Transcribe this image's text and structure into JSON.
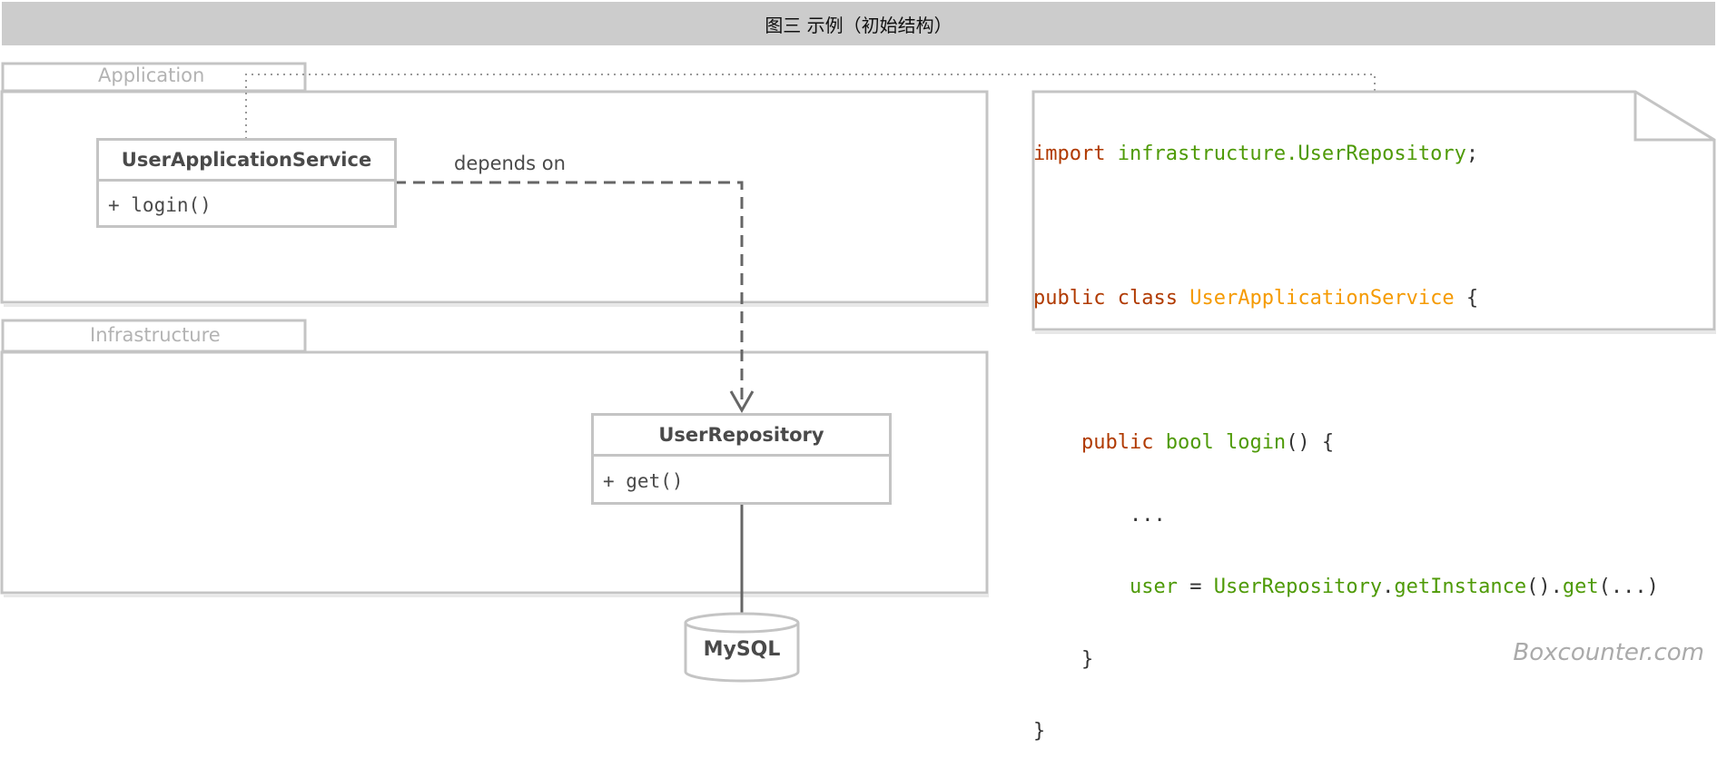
{
  "header": {
    "title": "图三 示例（初始结构）"
  },
  "packages": {
    "application": {
      "label": "Application"
    },
    "infrastructure": {
      "label": "Infrastructure"
    }
  },
  "classes": {
    "user_application_service": {
      "name": "UserApplicationService",
      "method": "+ login()"
    },
    "user_repository": {
      "name": "UserRepository",
      "method": "+ get()"
    }
  },
  "dependency": {
    "label": "depends on"
  },
  "database": {
    "label": "MySQL"
  },
  "code": {
    "line1": {
      "kw": "import",
      "sp": " ",
      "gr": "infrastructure.UserRepository",
      "pl": ";"
    },
    "line3": {
      "kw1": "public",
      "sp1": " ",
      "kw2": "class",
      "sp2": " ",
      "or": "UserApplicationService",
      "pl": " {"
    },
    "line5": {
      "indent": "    ",
      "kw": "public",
      "sp1": " ",
      "gr1": "bool",
      "sp2": " ",
      "gr2": "login",
      "pl": "() {"
    },
    "line6": {
      "indent": "        ",
      "pl": "..."
    },
    "line7": {
      "indent": "        ",
      "gr1": "user",
      "pl1": " = ",
      "gr2": "UserRepository",
      "pl2": ".",
      "gr3": "getInstance",
      "pl3": "().",
      "gr4": "get",
      "pl4": "(...)"
    },
    "line8": {
      "indent": "    ",
      "pl": "}"
    },
    "line9": {
      "pl": "}"
    }
  },
  "watermark": "Boxcounter.com",
  "colors": {
    "keyword": "#b03a00",
    "identifier": "#4e9a06",
    "class_name": "#f59a00",
    "border": "#c4c4c4",
    "header_bg": "#cccccc"
  }
}
